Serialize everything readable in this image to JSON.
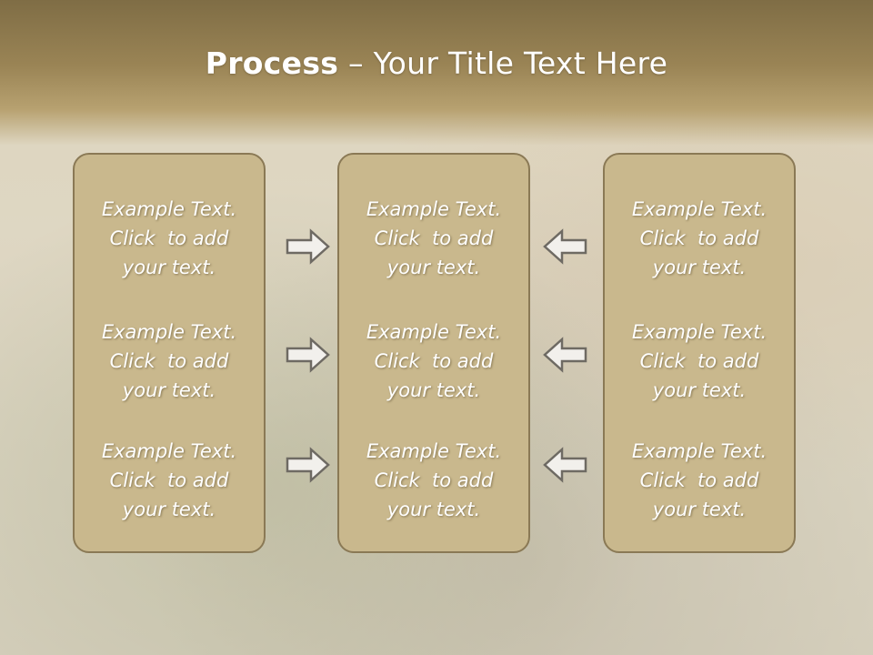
{
  "slide": {
    "title_bold": "Process",
    "title_rest": " – Your Title Text Here"
  },
  "panels": [
    {
      "blocks": [
        {
          "line1": "Example Text.",
          "line2": "Click  to add",
          "line3": "your text."
        },
        {
          "line1": "Example Text.",
          "line2": "Click  to add",
          "line3": "your text."
        },
        {
          "line1": "Example Text.",
          "line2": "Click  to add",
          "line3": "your text."
        }
      ]
    },
    {
      "blocks": [
        {
          "line1": "Example Text.",
          "line2": "Click  to add",
          "line3": "your text."
        },
        {
          "line1": "Example Text.",
          "line2": "Click  to add",
          "line3": "your text."
        },
        {
          "line1": "Example Text.",
          "line2": "Click  to add",
          "line3": "your text."
        }
      ]
    },
    {
      "blocks": [
        {
          "line1": "Example Text.",
          "line2": "Click  to add",
          "line3": "your text."
        },
        {
          "line1": "Example Text.",
          "line2": "Click  to add",
          "line3": "your text."
        },
        {
          "line1": "Example Text.",
          "line2": "Click  to add",
          "line3": "your text."
        }
      ]
    }
  ],
  "arrows": {
    "left_group": [
      "right-arrow-icon",
      "right-arrow-icon",
      "right-arrow-icon"
    ],
    "right_group": [
      "left-arrow-icon",
      "left-arrow-icon",
      "left-arrow-icon"
    ]
  },
  "colors": {
    "title_band": "#9a8455",
    "panel_fill": "#c9b88d",
    "panel_border": "#8a7955",
    "text": "#ffffff",
    "arrow_fill": "#f2f0ec",
    "arrow_stroke": "#6e6a63"
  }
}
